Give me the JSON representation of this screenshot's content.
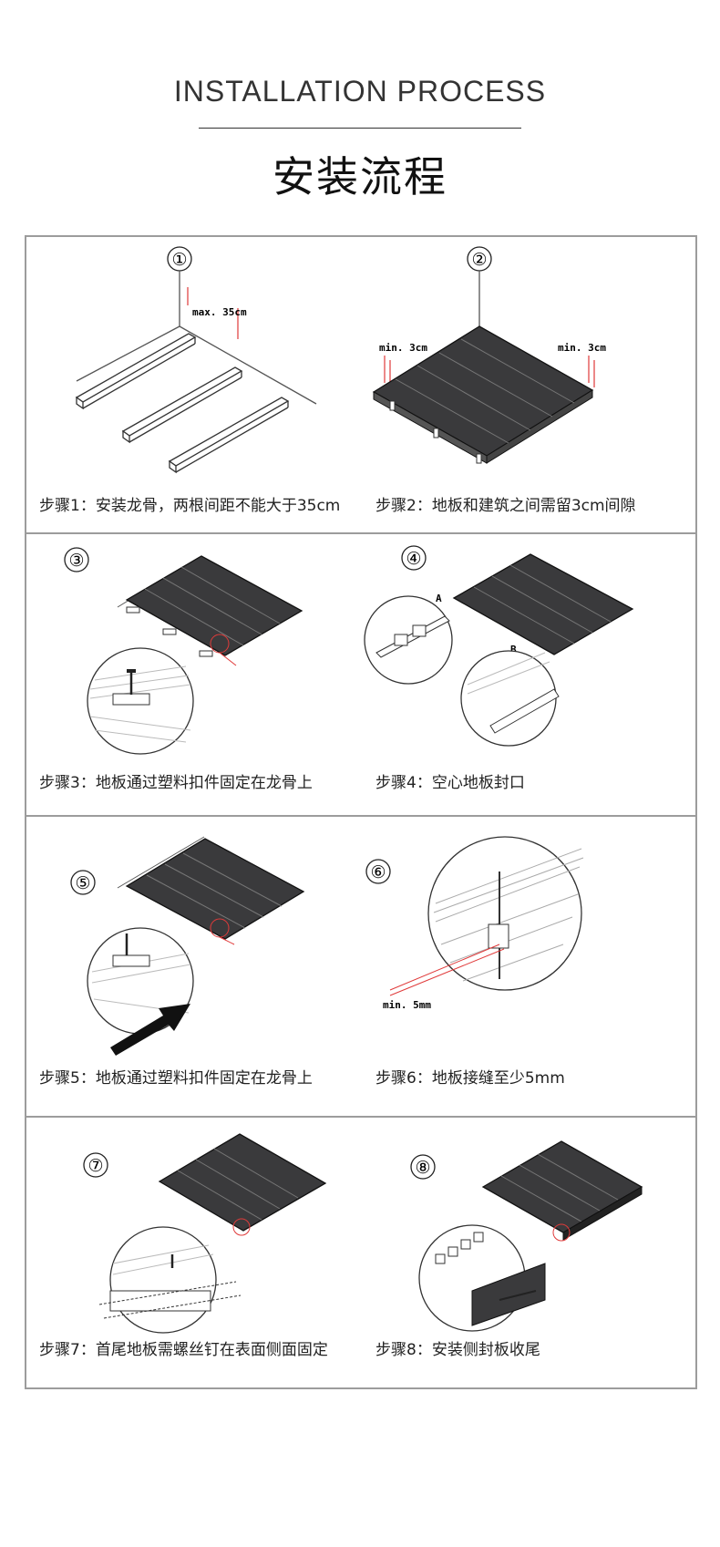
{
  "header": {
    "title_en": "INSTALLATION PROCESS",
    "title_cn": "安装流程"
  },
  "steps": [
    {
      "num": "①",
      "caption": "步骤1：安装龙骨，两根间距不能大于35cm",
      "labels": [
        "max. 35cm"
      ]
    },
    {
      "num": "②",
      "caption": "步骤2：地板和建筑之间需留3cm间隙",
      "labels": [
        "min. 3cm",
        "min. 3cm"
      ]
    },
    {
      "num": "③",
      "caption": "步骤3：地板通过塑料扣件固定在龙骨上",
      "labels": []
    },
    {
      "num": "④",
      "caption": "步骤4：空心地板封口",
      "labels": [
        "A",
        "B"
      ]
    },
    {
      "num": "⑤",
      "caption": "步骤5：地板通过塑料扣件固定在龙骨上",
      "labels": []
    },
    {
      "num": "⑥",
      "caption": "步骤6：地板接缝至少5mm",
      "labels": [
        "min. 5mm"
      ]
    },
    {
      "num": "⑦",
      "caption": "步骤7：首尾地板需螺丝钉在表面侧面固定",
      "labels": []
    },
    {
      "num": "⑧",
      "caption": "步骤8：安装侧封板收尾",
      "labels": []
    }
  ],
  "colors": {
    "board": "#3a3a3c",
    "board_stroke": "#111",
    "line": "#555",
    "accent": "#e03a3a",
    "panel_border": "#9c9c9c"
  }
}
